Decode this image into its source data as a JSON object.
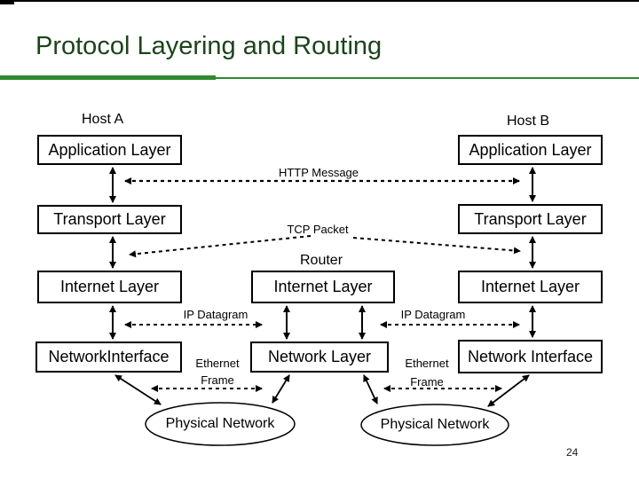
{
  "slide": {
    "title": "Protocol Layering and Routing",
    "page_number": "24"
  },
  "hosts": {
    "a": "Host A",
    "b": "Host B",
    "router": "Router"
  },
  "boxes": {
    "host_a_application": "Application Layer",
    "host_a_transport": "Transport Layer",
    "host_a_internet": "Internet Layer",
    "host_a_network": "NetworkInterface",
    "router_internet": "Internet Layer",
    "router_network": "Network Layer",
    "host_b_application": "Application Layer",
    "host_b_transport": "Transport Layer",
    "host_b_internet": "Internet Layer",
    "host_b_network": "Network Interface"
  },
  "messages": {
    "http": "HTTP Message",
    "tcp": "TCP Packet",
    "ip_left": "IP Datagram",
    "ip_right": "IP Datagram",
    "ethernet_left": [
      "Ethernet",
      "Frame"
    ],
    "ethernet_right": [
      "Ethernet",
      "Frame"
    ]
  },
  "physical_networks": {
    "left": "Physical Network",
    "right": "Physical Network"
  },
  "colors": {
    "title_green": "#1c441c",
    "rule_green": "#2e8b2e",
    "line_black": "#000000"
  }
}
